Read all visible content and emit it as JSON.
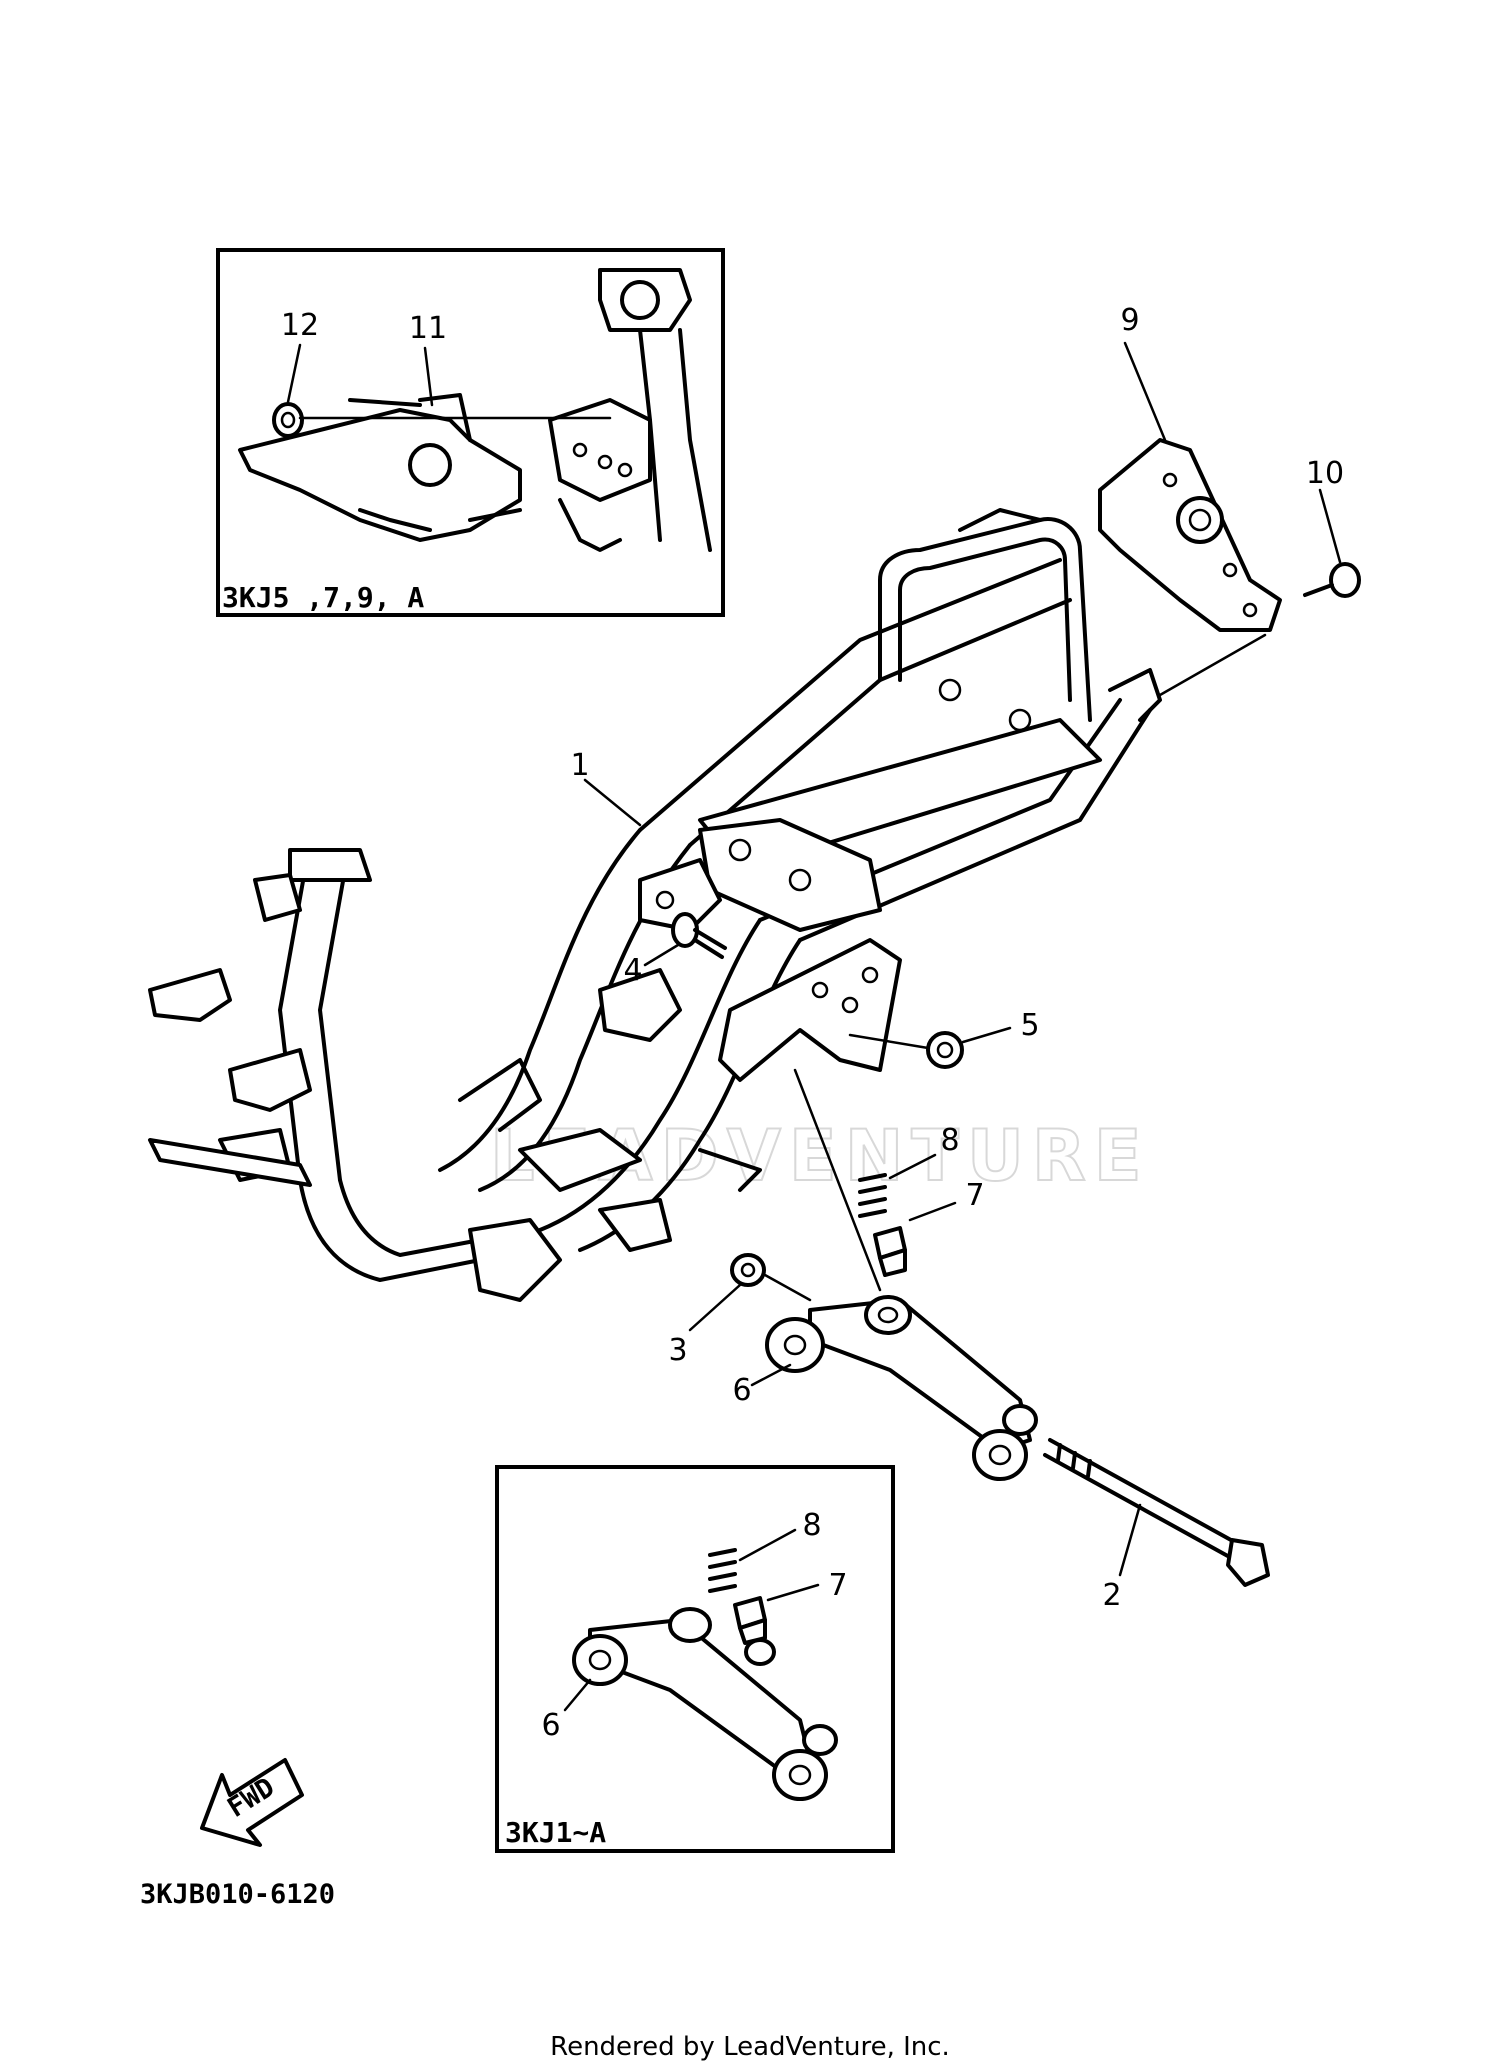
{
  "diagram": {
    "callouts": {
      "c1": "1",
      "c2": "2",
      "c3": "3",
      "c4": "4",
      "c5": "5",
      "c6": "6",
      "c7": "7",
      "c8": "8",
      "c9": "9",
      "c10": "10",
      "c11": "11",
      "c12": "12",
      "c6b": "6",
      "c7b": "7",
      "c8b": "8"
    },
    "inset_top_label": "3KJ5 ,7,9, A",
    "inset_bottom_label": "3KJ1~A",
    "fwd_label": "FWD",
    "part_code": "3KJB010-6120",
    "watermark": "LEADVENTURE",
    "footer": "Rendered by LeadVenture, Inc."
  }
}
